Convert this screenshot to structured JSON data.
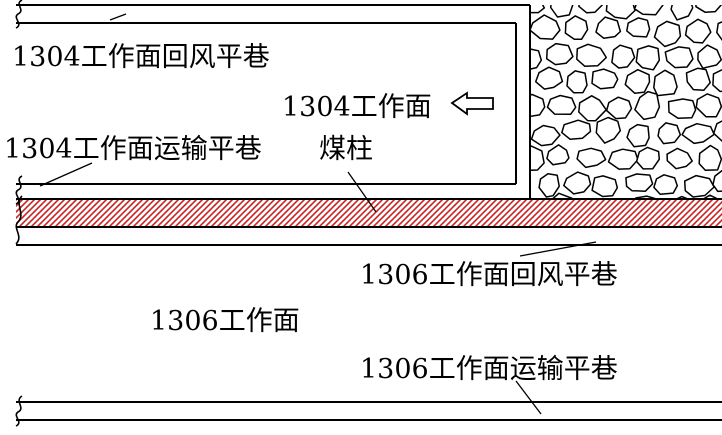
{
  "labels": {
    "ws1304_return_roadway": "1304工作面回风平巷",
    "ws1304": "1304工作面",
    "ws1304_haulage_roadway": "1304工作面运输平巷",
    "coal_pillar": "煤柱",
    "ws1306_return_roadway": "1306工作面回风平巷",
    "ws1306": "1306工作面",
    "ws1306_haulage_roadway": "1306工作面运输平巷"
  },
  "colors": {
    "line": "#000000",
    "pillar_hatch": "#cc2222",
    "background": "#ffffff"
  },
  "icons": {
    "advance_direction": "hollow-left-arrow-icon",
    "goaf": "broken-rock-fill",
    "roadway_end": "break-line-icon"
  }
}
